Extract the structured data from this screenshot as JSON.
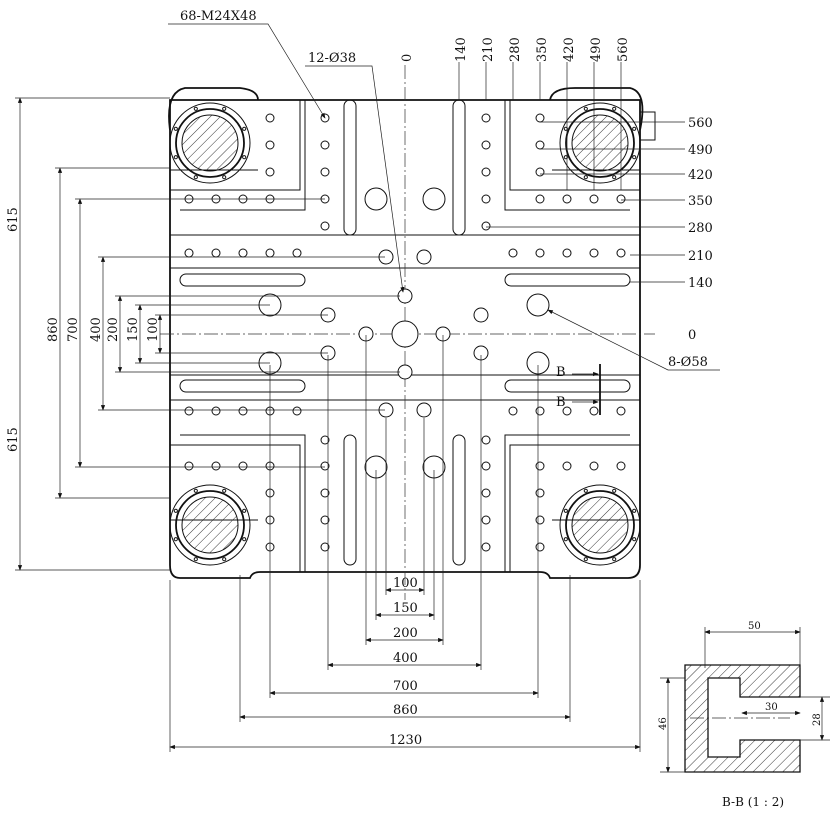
{
  "callouts": {
    "threaded_holes": "68-M24X48",
    "center_holes": "12-Ø38",
    "large_holes": "8-Ø58",
    "section_mark": "B"
  },
  "top_dims": [
    "0",
    "140",
    "210",
    "280",
    "350",
    "420",
    "490",
    "560"
  ],
  "right_dims": [
    "560",
    "490",
    "420",
    "350",
    "280",
    "210",
    "140",
    "0"
  ],
  "left_dims": {
    "upper": "615",
    "lower": "615",
    "d860": "860",
    "d700": "700",
    "d400": "400",
    "d200": "200",
    "d150": "150",
    "d100": "100"
  },
  "bottom_dims": [
    "100",
    "150",
    "200",
    "400",
    "700",
    "860",
    "1230"
  ],
  "section": {
    "width_top": "50",
    "slot": "30",
    "height_left": "46",
    "height_right": "28",
    "title": "B-B (1 : 2)"
  }
}
